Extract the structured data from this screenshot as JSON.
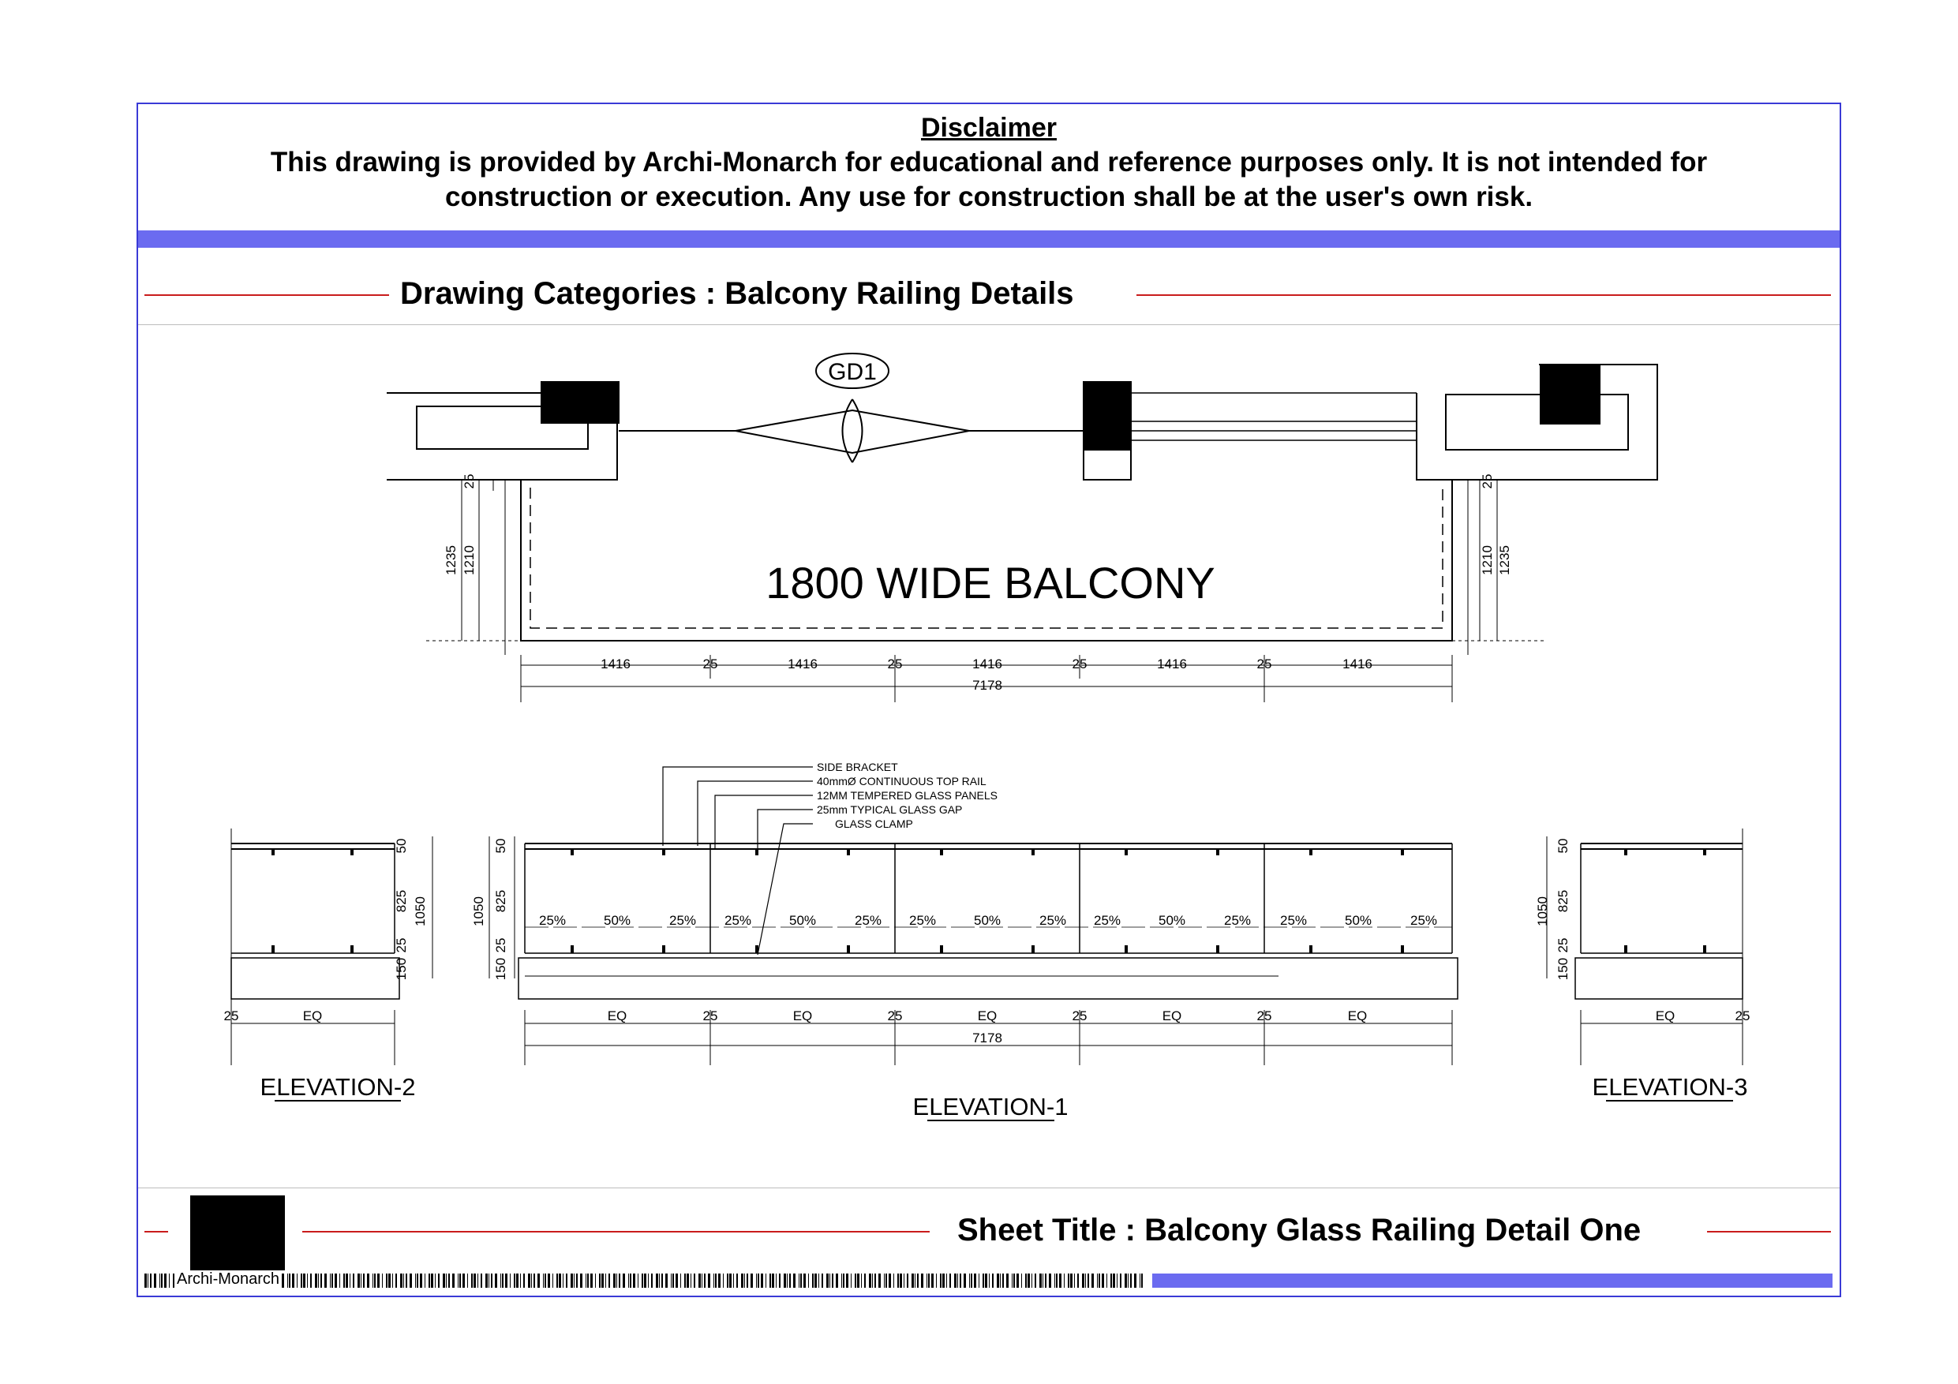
{
  "disclaimer": {
    "title": "Disclaimer",
    "text": "This drawing is provided by Archi-Monarch for educational and reference purposes only. It is not intended for construction or execution. Any use for construction shall be at the user's own risk."
  },
  "category_heading": "Drawing Categories : Balcony Railing Details",
  "plan": {
    "tag": "GD1",
    "label": "1800 WIDE BALCONY",
    "left_dims": [
      "1235",
      "1210",
      "25"
    ],
    "right_dims": [
      "1210",
      "1235",
      "25"
    ],
    "bottom_segments": [
      "1416",
      "25",
      "1416",
      "25",
      "1416",
      "25",
      "1416",
      "25",
      "1416"
    ],
    "total": "7178"
  },
  "callouts": [
    "SIDE BRACKET",
    "40mmØ CONTINUOUS TOP RAIL",
    "12MM TEMPERED GLASS PANELS",
    "25mm TYPICAL GLASS GAP",
    "GLASS CLAMP"
  ],
  "elevation1": {
    "title": "ELEVATION-1",
    "panel_marks": [
      "25%",
      "50%",
      "25%"
    ],
    "vertical_dims": [
      "50",
      "825",
      "25",
      "150",
      "1050"
    ],
    "bottom_segments": [
      "EQ",
      "25",
      "EQ",
      "25",
      "EQ",
      "25",
      "EQ",
      "25",
      "EQ"
    ],
    "total": "7178"
  },
  "elevation2": {
    "title": "ELEVATION-2",
    "vertical_dims": [
      "50",
      "825",
      "25",
      "150",
      "1050"
    ],
    "bottom": [
      "25",
      "EQ"
    ]
  },
  "elevation3": {
    "title": "ELEVATION-3",
    "vertical_dims": [
      "50",
      "825",
      "25",
      "150",
      "1050"
    ],
    "bottom": [
      "EQ",
      "25"
    ]
  },
  "sheet_title": "Sheet Title : Balcony Glass Railing Detail One",
  "brand": "Archi-Monarch",
  "colors": {
    "frame": "#3a3ad6",
    "accent_bar": "#6b6bf0",
    "rule": "#c91c1c"
  }
}
